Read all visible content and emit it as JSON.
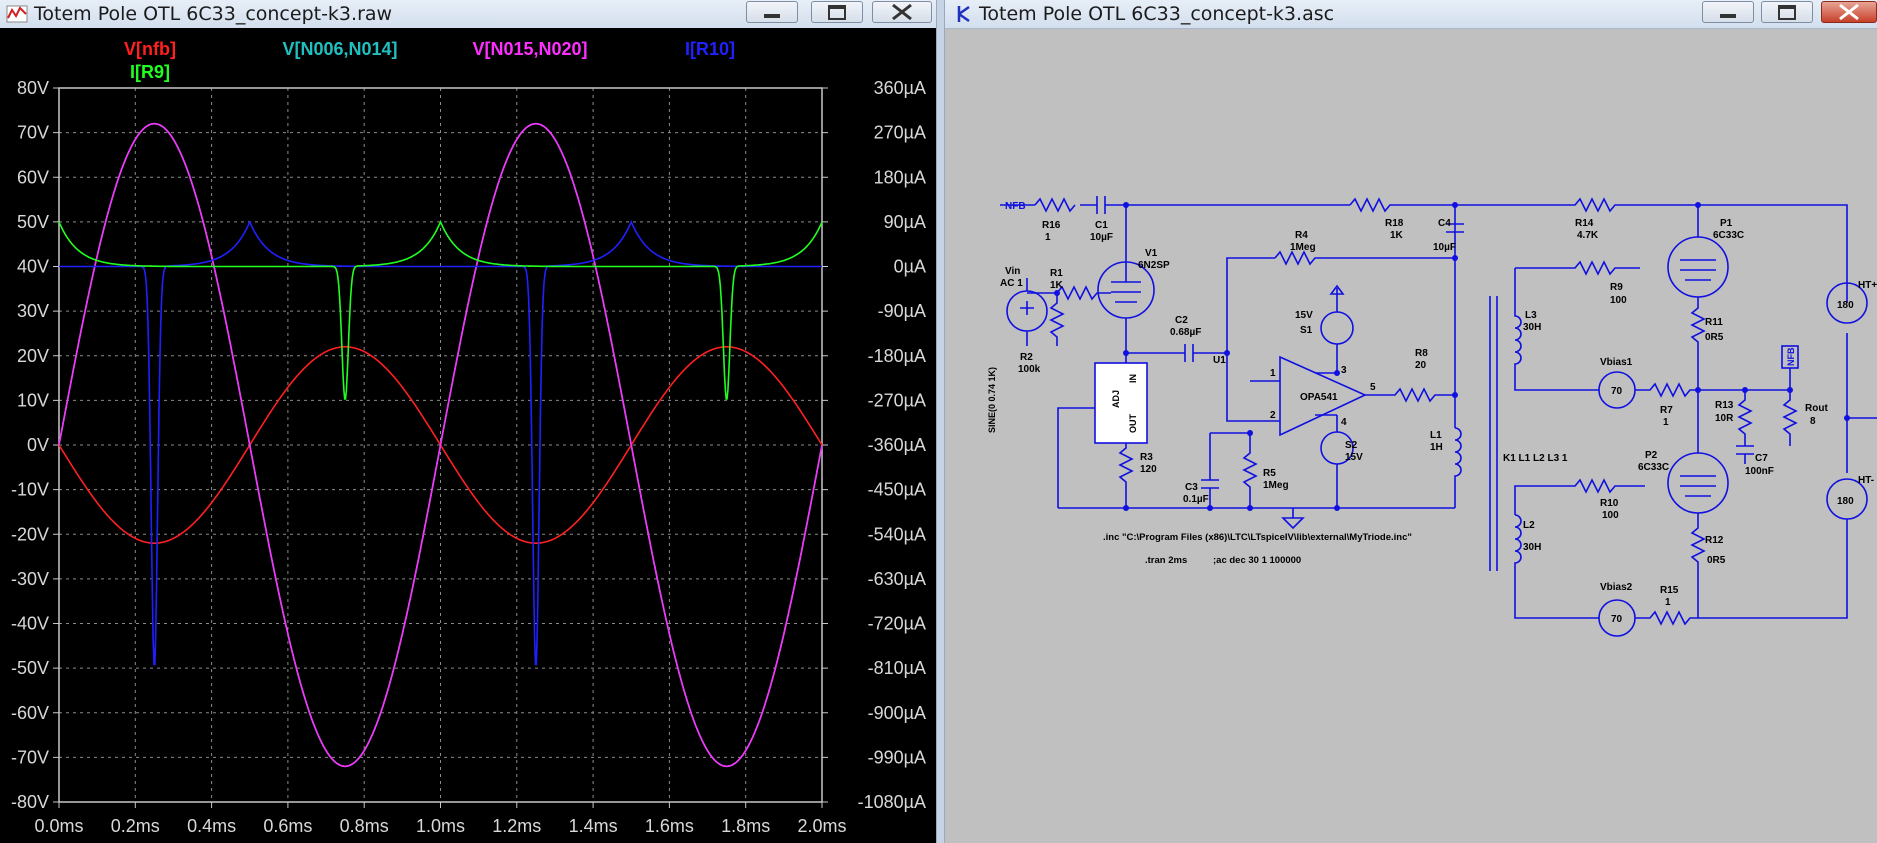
{
  "waveform": {
    "title": "Totem Pole OTL 6C33_concept-k3.raw",
    "traces": [
      {
        "name": "V[nfb]",
        "color": "#ff2020"
      },
      {
        "name": "V[N006,N014]",
        "color": "#20c0c0"
      },
      {
        "name": "V[N015,N020]",
        "color": "#ff30ff"
      },
      {
        "name": "I[R10]",
        "color": "#2020ff"
      },
      {
        "name": "I[R9]",
        "color": "#20ff20"
      }
    ],
    "left_axis": [
      "80V",
      "70V",
      "60V",
      "50V",
      "40V",
      "30V",
      "20V",
      "10V",
      "0V",
      "-10V",
      "-20V",
      "-30V",
      "-40V",
      "-50V",
      "-60V",
      "-70V",
      "-80V"
    ],
    "right_axis": [
      "360µA",
      "270µA",
      "180µA",
      "90µA",
      "0µA",
      "-90µA",
      "-180µA",
      "-270µA",
      "-360µA",
      "-450µA",
      "-540µA",
      "-630µA",
      "-720µA",
      "-810µA",
      "-900µA",
      "-990µA",
      "-1080µA"
    ],
    "x_axis": [
      "0.0ms",
      "0.2ms",
      "0.4ms",
      "0.6ms",
      "0.8ms",
      "1.0ms",
      "1.2ms",
      "1.4ms",
      "1.6ms",
      "1.8ms",
      "2.0ms"
    ]
  },
  "chart_data": {
    "type": "line",
    "x_range": [
      0,
      2.0
    ],
    "x_unit": "ms",
    "left_ylim": [
      -80,
      80
    ],
    "left_unit": "V",
    "right_ylim": [
      -1080,
      360
    ],
    "right_unit": "µA",
    "grid": true,
    "legend_placement": "top",
    "period_ms": 1.0,
    "series": [
      {
        "name": "V[nfb]",
        "axis": "left",
        "shape": "sine",
        "amplitude": -22,
        "offset": 0,
        "phase": 0
      },
      {
        "name": "V[N006,N014]",
        "axis": "left",
        "shape": "sine",
        "amplitude": -72,
        "offset": 0,
        "phase": 0.5
      },
      {
        "name": "V[N015,N020]",
        "axis": "left",
        "shape": "sine",
        "amplitude": 72,
        "offset": 0,
        "phase": 0
      },
      {
        "name": "I[R10]",
        "axis": "right",
        "baseline": 0,
        "spikes": [
          {
            "t": 0.25,
            "v": -810
          },
          {
            "t": 1.25,
            "v": -810
          }
        ],
        "peaks": [
          {
            "t": 0.5,
            "v": 90
          },
          {
            "t": 1.5,
            "v": 90
          }
        ]
      },
      {
        "name": "I[R9]",
        "axis": "right",
        "baseline": 0,
        "spikes": [
          {
            "t": 0.75,
            "v": -270
          },
          {
            "t": 1.75,
            "v": -270
          }
        ],
        "peaks": [
          {
            "t": 0.0,
            "v": 90
          },
          {
            "t": 1.0,
            "v": 90
          },
          {
            "t": 2.0,
            "v": 90
          }
        ]
      }
    ]
  },
  "schematic": {
    "title": "Totem Pole OTL 6C33_concept-k3.asc",
    "labels": {
      "nfb": "NFB",
      "r16": "R16",
      "r16v": "1",
      "c1": "C1",
      "c1v": "10µF",
      "r18": "R18",
      "r18v": "1K",
      "c4": "C4",
      "c4v": "10µF",
      "r14": "R14",
      "r14v": "4.7K",
      "p1": "P1",
      "p1v": "6C33C",
      "ht_plus": "HT+",
      "ht_plus_v": "180",
      "v1": "V1",
      "v1v": "6N2SP",
      "r4": "R4",
      "r4v": "1Meg",
      "r9": "R9",
      "r9v": "100",
      "vin": "Vin",
      "vin_ac": "AC 1",
      "r1": "R1",
      "r1v": "1K",
      "r2": "R2",
      "r2v": "100k",
      "sine": "SINE(0 0.74 1K)",
      "c2": "C2",
      "c2v": "0.68µF",
      "v15": "15V",
      "s1": "S1",
      "u1": "U1",
      "opa": "OPA541",
      "r8": "R8",
      "r8v": "20",
      "l3": "L3",
      "l3v": "30H",
      "r11": "R11",
      "r11v": "0R5",
      "vbias1": "Vbias1",
      "vbias1v": "70",
      "r7": "R7",
      "r7v": "1",
      "r13": "R13",
      "r13v": "10R",
      "rout": "Rout",
      "routv": "8",
      "nfb2": "NFB",
      "adj": "ADJ",
      "in": "IN",
      "out": "OUT",
      "r3": "R3",
      "r3v": "120",
      "l1": "L1",
      "l1v": "1H",
      "k1": "K1 L1 L2 L3 1",
      "c7": "C7",
      "c7v": "100nF",
      "p2": "P2",
      "p2v": "6C33C",
      "c3": "C3",
      "c3v": "0.1µF",
      "r5": "R5",
      "r5v": "1Meg",
      "s2": "S2",
      "v15b": "15V",
      "r10": "R10",
      "r10v": "100",
      "ht_minus": "HT-",
      "ht_minus_v": "180",
      "l2": "L2",
      "l2v": "30H",
      "r12": "R12",
      "r12v": "0R5",
      "vbias2": "Vbias2",
      "vbias2v": "70",
      "r15": "R15",
      "r15v": "1",
      "inc": ".inc \"C:\\Program Files (x86)\\LTC\\LTspiceIV\\lib\\external\\MyTriode.inc\"",
      "tran": ".tran 2ms",
      "acdec": ";ac dec 30 1 100000",
      "pin1": "1",
      "pin2": "2",
      "pin3": "3",
      "pin4": "4",
      "pin5": "5"
    }
  }
}
